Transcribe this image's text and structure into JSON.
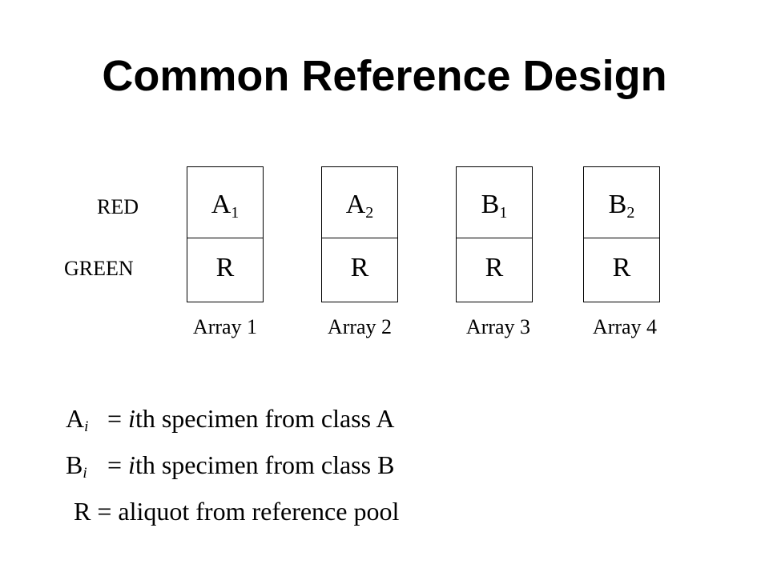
{
  "title": "Common Reference Design",
  "row_labels": {
    "red": "RED",
    "green": "GREEN"
  },
  "arrays": [
    {
      "label": "Array 1",
      "red_sample": {
        "letter": "A",
        "sub": "1"
      },
      "green_sample": "R"
    },
    {
      "label": "Array 2",
      "red_sample": {
        "letter": "A",
        "sub": "2"
      },
      "green_sample": "R"
    },
    {
      "label": "Array 3",
      "red_sample": {
        "letter": "B",
        "sub": "1"
      },
      "green_sample": "R"
    },
    {
      "label": "Array 4",
      "red_sample": {
        "letter": "B",
        "sub": "2"
      },
      "green_sample": "R"
    }
  ],
  "legend": [
    {
      "symbol": "A",
      "sub": "i",
      "equals": "=",
      "italic": "i",
      "text": "th specimen from class A"
    },
    {
      "symbol": "B",
      "sub": "i",
      "equals": "=",
      "italic": "i",
      "text": "th specimen from class B"
    },
    {
      "symbol": "R",
      "sub": "",
      "equals": "=",
      "italic": "",
      "text": "aliquot from reference pool"
    }
  ]
}
